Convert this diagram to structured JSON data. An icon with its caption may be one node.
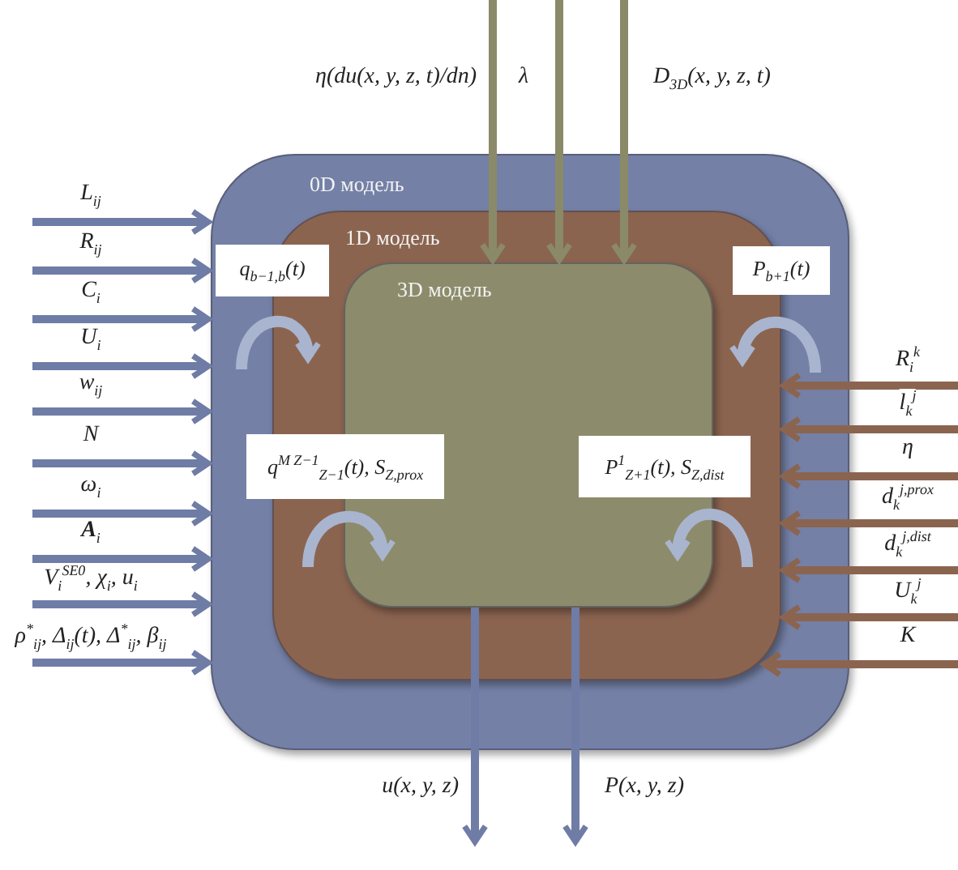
{
  "diagram": {
    "nodes": [
      {
        "text": [
          "0D модель"
        ]
      },
      {
        "text": [
          "1D модель"
        ],
        "in": 0
      },
      {
        "text": [
          "3D модель"
        ],
        "in": 1
      },
      {
        "text": [
          "q$_{b−1,b}$(t)"
        ],
        "in": 0
      },
      {
        "text": [
          "P$_{b+1}$(t)"
        ],
        "in": 0
      },
      {
        "text": [
          "q$^{M Z−1}$$_{Z−1}$(t), S$_{Z,prox}$"
        ],
        "in": 0
      },
      {
        "text": [
          "P$^{1}$$_{Z+1}$(t), S$_{Z,dist}$"
        ],
        "in": 1
      }
    ],
    "edges": [
      {
        "from": null,
        "to": 0,
        "arrow": "to",
        "label": "L$_{ij}$"
      },
      {
        "from": null,
        "to": 0,
        "arrow": "to",
        "label": "R$_{ij}$"
      },
      {
        "from": null,
        "to": 0,
        "arrow": "to",
        "label": "C$_{i}$"
      },
      {
        "from": null,
        "to": 0,
        "arrow": "to",
        "label": "U$_{i}$"
      },
      {
        "from": null,
        "to": 0,
        "arrow": "to",
        "label": "w$_{ij}$"
      },
      {
        "from": null,
        "to": 0,
        "arrow": "to",
        "label": "N"
      },
      {
        "from": null,
        "to": 0,
        "arrow": "to",
        "label": "ω$_{i}$"
      },
      {
        "from": null,
        "to": 0,
        "arrow": "to",
        "label": "**A**$_{i}$"
      },
      {
        "from": null,
        "to": 0,
        "arrow": "to",
        "label": "V$_{i}$$^{SE0}$, χ$_{i}$, u$_{i}$"
      },
      {
        "from": null,
        "to": 0,
        "arrow": "to",
        "label": "ρ$^{*}$$_{ij}$, Δ$_{ij}$(t), Δ$^{*}$$_{ij}$, β$_{ij}$"
      },
      {
        "from": null,
        "to": 1,
        "arrow": "to",
        "label": "R$_{i}$$^{k}$",
        "color": "#8b6450"
      },
      {
        "from": null,
        "to": 1,
        "arrow": "to",
        "label": "l$_{k}$$^{j}$",
        "color": "#8b6450"
      },
      {
        "from": null,
        "to": 1,
        "arrow": "to",
        "label": "η",
        "color": "#8b6450"
      },
      {
        "from": null,
        "to": 1,
        "arrow": "to",
        "label": "d$_{k}$$^{j,prox}$",
        "color": "#8b6450"
      },
      {
        "from": null,
        "to": 1,
        "arrow": "to",
        "label": "d$_{k}$$^{j,dist}$",
        "color": "#8b6450"
      },
      {
        "from": null,
        "to": 1,
        "arrow": "to",
        "label": "U$_{k}$$^{j}$",
        "color": "#8b6450"
      },
      {
        "from": null,
        "to": 1,
        "arrow": "to",
        "label": "K",
        "color": "#8b6450"
      },
      {
        "from": null,
        "to": 2,
        "arrow": "to",
        "label": "η(du(x, y, z, t)/dn)",
        "color": "#8a8a68"
      },
      {
        "from": null,
        "to": 2,
        "arrow": "to",
        "label": "λ",
        "color": "#8a8a68"
      },
      {
        "from": null,
        "to": 2,
        "arrow": "to",
        "label": "D$_{3D}$(x, y, z, t)",
        "color": "#8a8a68"
      },
      {
        "from": 2,
        "to": null,
        "arrow": "to",
        "label": "u(x, y, z)"
      },
      {
        "from": 2,
        "to": null,
        "arrow": "to",
        "label": "P(x, y, z)"
      },
      {
        "from": 0,
        "to": 1,
        "arrow": "to",
        "color": "#a9b5cf"
      },
      {
        "from": 1,
        "to": 2,
        "arrow": "to",
        "color": "#a9b5cf"
      },
      {
        "from": 0,
        "to": 1,
        "arrow": "to",
        "color": "#a9b5cf"
      },
      {
        "from": 1,
        "to": 2,
        "arrow": "to",
        "color": "#a9b5cf"
      }
    ]
  }
}
